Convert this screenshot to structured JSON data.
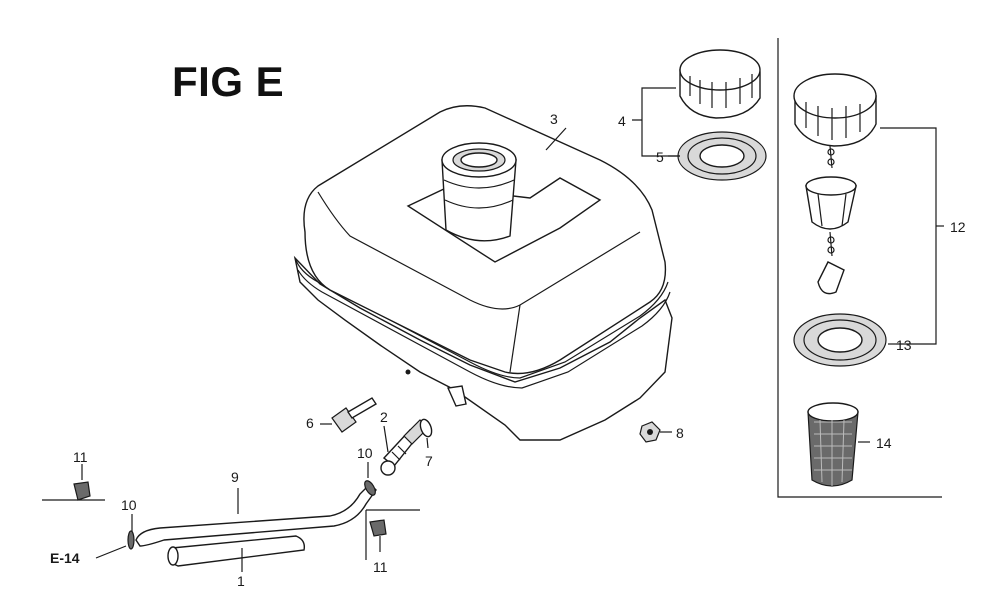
{
  "figure": {
    "title": "FIG E"
  },
  "reference": {
    "label": "E-14"
  },
  "callouts": {
    "c1": "1",
    "c2": "2",
    "c3": "3",
    "c4": "4",
    "c5": "5",
    "c6": "6",
    "c7": "7",
    "c8": "8",
    "c9": "9",
    "c10a": "10",
    "c10b": "10",
    "c11a": "11",
    "c11b": "11",
    "c12": "12",
    "c13": "13",
    "c14": "14"
  }
}
